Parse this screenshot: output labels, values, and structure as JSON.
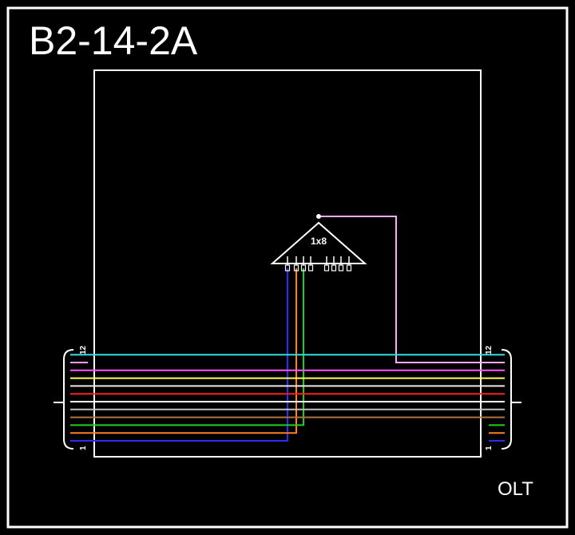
{
  "diagram": {
    "title": "B2-14-2A",
    "splitter_label": "1x8",
    "footer_label": "OLT",
    "cable_left_top": "12",
    "cable_left_bottom": "1",
    "cable_right_top": "12",
    "cable_right_bottom": "1",
    "fiber_colors": [
      "#2b2bff",
      "#ff7f27",
      "#22cc22",
      "#b07040",
      "#c0c0c0",
      "#ffffff",
      "#ff2020",
      "#e8e8e8",
      "#ffff55",
      "#ff55ff",
      "#ff99ff",
      "#33dddd"
    ],
    "splitter_port_count": 8,
    "connected_fibers": [
      0,
      1,
      2
    ],
    "pink_fiber_color": "#ffaaff"
  }
}
